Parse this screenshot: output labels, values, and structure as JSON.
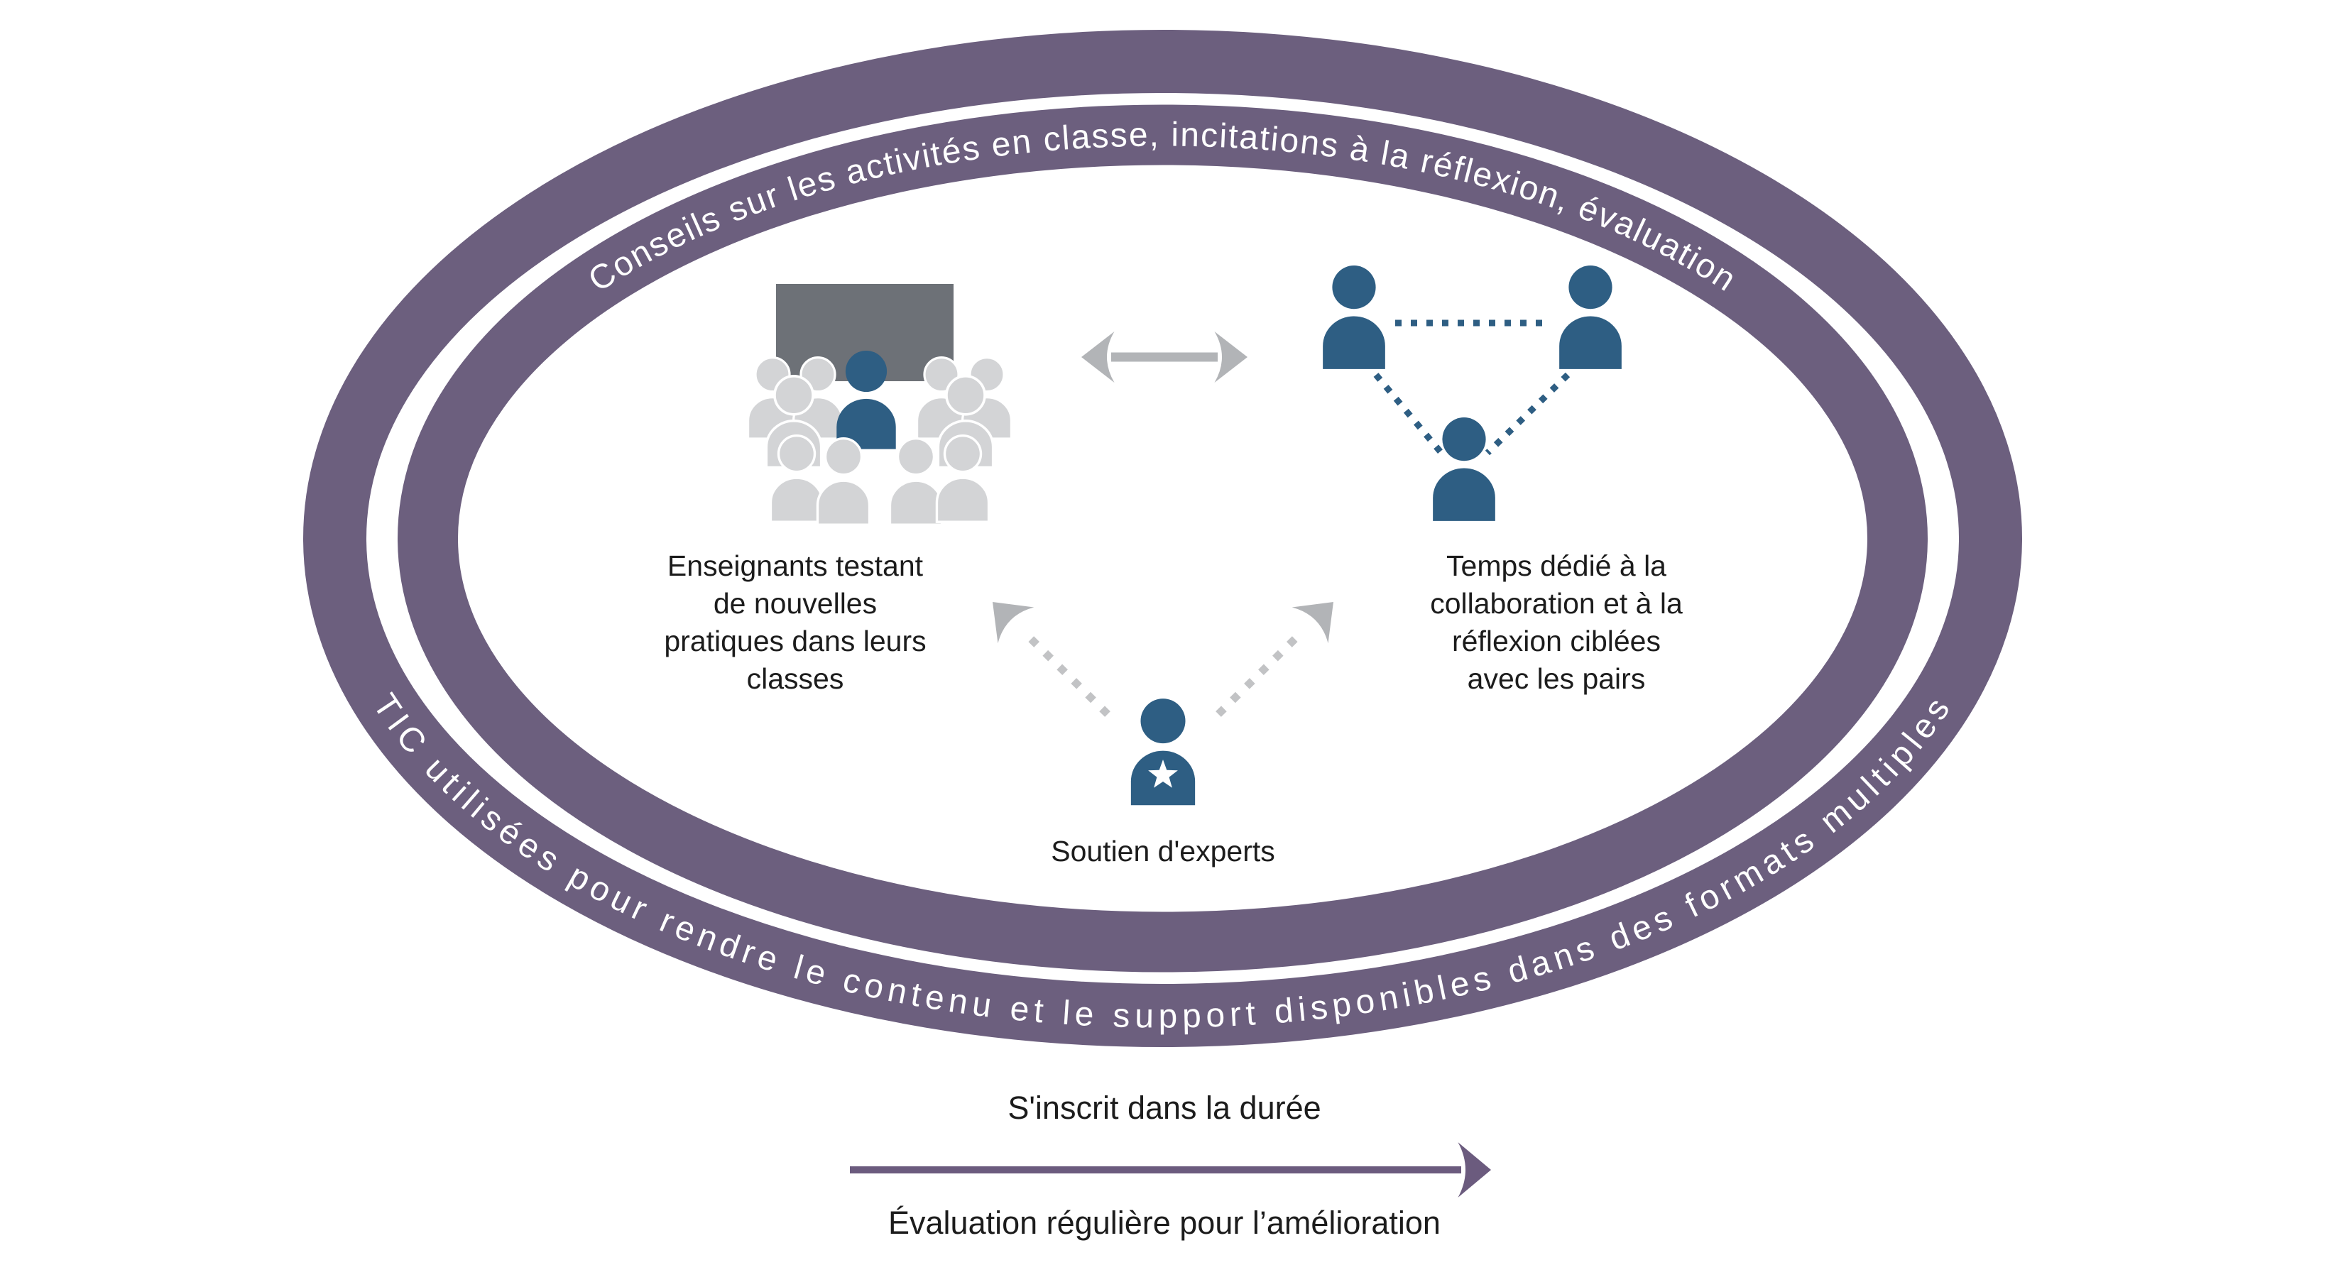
{
  "ring": {
    "top_text": "Conseils sur les activités en classe, incitations à la réflexion, évaluation",
    "bottom_text": "TIC utilisées pour rendre le contenu et le support disponibles dans des formats multiples"
  },
  "center": {
    "classroom_label_lines": [
      "Enseignants testant",
      "de nouvelles",
      "pratiques dans leurs",
      "classes"
    ],
    "collaboration_label_lines": [
      "Temps dédié à la",
      "collaboration et à la",
      "réflexion ciblées",
      "avec les pairs"
    ],
    "expert_label": "Soutien d'experts"
  },
  "footer": {
    "above_arrow": "S'inscrit dans la durée",
    "below_arrow": "Évaluation régulière pour l’amélioration"
  },
  "icons": {
    "classroom": "presentation-crowd-icon",
    "collaboration": "three-people-network-icon",
    "expert": "person-with-star-icon",
    "exchange": "double-headed-arrow-icon",
    "support_left": "dotted-arrow-icon",
    "support_right": "dotted-arrow-icon",
    "timeline": "right-arrow-icon"
  },
  "colors": {
    "ring_purple": "#6C5F7E",
    "person_blue": "#2E5E83",
    "crowd_gray": "#D3D4D6",
    "screen_gray": "#6D7177",
    "exchange_arrow_gray": "#B2B4B7",
    "dotted_gray": "#C2C3C5",
    "footer_arrow_purple": "#6B5B7E",
    "text_black": "#1C1C1C",
    "ring_text_white": "#FFFFFF"
  }
}
